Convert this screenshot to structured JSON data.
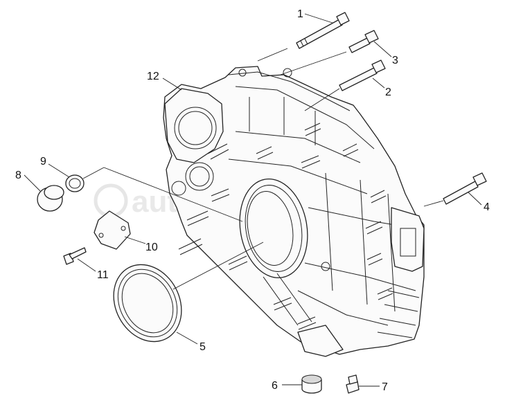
{
  "watermark": "autopiter.ru",
  "labels": {
    "l1": "1",
    "l2": "2",
    "l3": "3",
    "l4": "4",
    "l5": "5",
    "l6": "6",
    "l7": "7",
    "l8": "8",
    "l9": "9",
    "l10": "10",
    "l11": "11",
    "l12": "12"
  }
}
